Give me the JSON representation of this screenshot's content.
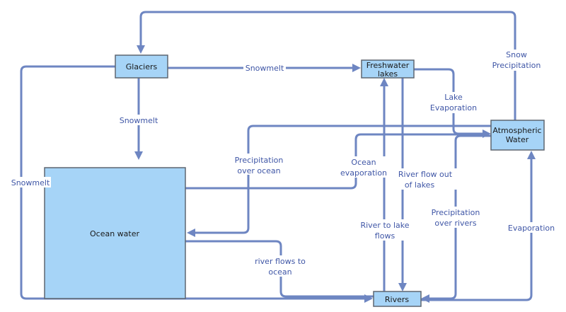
{
  "diagram": {
    "nodes": {
      "glaciers": "Glaciers",
      "freshwater_lakes_line1": "Freshwater",
      "freshwater_lakes_line2": "lakes",
      "atmospheric_line1": "Atmospheric",
      "atmospheric_line2": "Water",
      "ocean": "Ocean water",
      "rivers": "Rivers"
    },
    "edges": {
      "snowmelt_to_lakes": "Snowmelt",
      "snowmelt_to_ocean": "Snowmelt",
      "snowmelt_to_rivers": "Snowmelt",
      "snow_precip_line1": "Snow",
      "snow_precip_line2": "Precipitation",
      "lake_evap_line1": "Lake",
      "lake_evap_line2": "Evaporation",
      "precip_ocean_line1": "Precipitation",
      "precip_ocean_line2": "over ocean",
      "ocean_evap_line1": "Ocean",
      "ocean_evap_line2": "evaporation",
      "river_out_lakes_line1": "River flow out",
      "river_out_lakes_line2": "of lakes",
      "river_to_lake_line1": "River to lake",
      "river_to_lake_line2": "flows",
      "precip_rivers_line1": "Precipitation",
      "precip_rivers_line2": "over rivers",
      "evaporation": "Evaporation",
      "river_to_ocean_line1": "river flows to",
      "river_to_ocean_line2": "ocean"
    },
    "colors": {
      "node_fill": "#a6d4f7",
      "node_border": "#5f6670",
      "flow_line": "#6e86c2",
      "label_text": "#3f56a6"
    }
  }
}
